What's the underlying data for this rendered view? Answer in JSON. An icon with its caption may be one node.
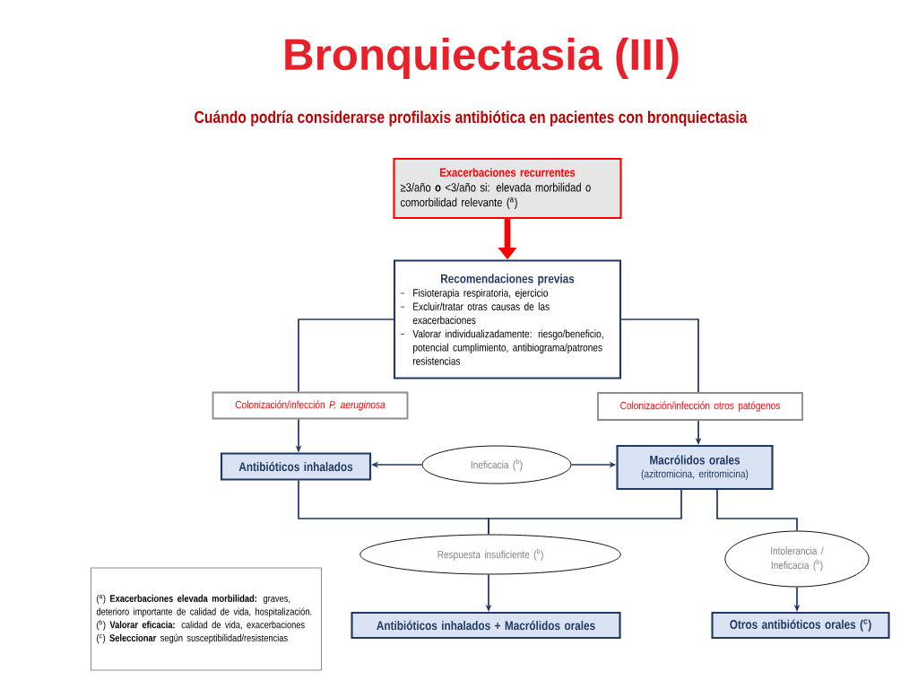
{
  "diagram": {
    "title": "Bronquiectasia (III)",
    "nodes": [
      {
        "text": [
          "Exacerbaciones recurrentes",
          "≥3/año **o** <3/año si: elevada morbilidad o comorbilidad relevante ($^{a}$)"
        ]
      },
      {
        "text": [
          "Recomendaciones previas",
          "Fisioterapia respiratoria, ejercicio",
          "Excluir/tratar otras causas de las exacerbaciones",
          "Valorar individualizadamente: riesgo/beneficio, potencial cumplimiento, antibiograma/patrones resistencias"
        ]
      },
      {
        "text": [
          "Colonización/infección *P. aeruginosa*"
        ]
      },
      {
        "text": [
          "Colonización/infección otros patógenos"
        ]
      },
      {
        "text": [
          "Antibióticos inhalados"
        ]
      },
      {
        "text": [
          "Ineficacia ($^{b}$)"
        ]
      },
      {
        "text": [
          "Macrólidos orales",
          "(azitromicina, eritromicina)"
        ]
      },
      {
        "text": [
          "Respuesta insuficiente ($^{b}$)"
        ]
      },
      {
        "text": [
          "Intolerancia / Ineficacia ($^{b}$)"
        ]
      },
      {
        "text": [
          "($^{a}$) **Exacerbaciones elevada morbilidad:** graves, deterioro importante de calidad de vida, hospitalización.",
          "($^{b}$) **Valorar eficacia:** calidad de vida, exacerbaciones",
          "($^{c}$) **Seleccionar** según susceptibilidad/resistencias"
        ]
      },
      {
        "text": [
          "Antibióticos inhalados + Macrólidos orales"
        ]
      },
      {
        "text": [
          "Otros antibióticos orales ($^{c}$)"
        ]
      }
    ],
    "edges": [
      {
        "from": 0,
        "to": 1,
        "arrow": "to",
        "style": "thick",
        "color": "#ff0000"
      },
      {
        "from": 1,
        "to": 2,
        "arrow": "none"
      },
      {
        "from": 2,
        "to": 4,
        "arrow": "to"
      },
      {
        "from": 1,
        "to": 3,
        "arrow": "none"
      },
      {
        "from": 3,
        "to": 6,
        "arrow": "to"
      },
      {
        "from": 5,
        "to": 4,
        "arrow": "to"
      },
      {
        "from": 5,
        "to": 6,
        "arrow": "to"
      },
      {
        "from": 4,
        "to": 7,
        "arrow": "none"
      },
      {
        "from": 6,
        "to": 7,
        "arrow": "none"
      },
      {
        "from": 6,
        "to": 8,
        "arrow": "none"
      },
      {
        "from": 7,
        "to": 10,
        "arrow": "to"
      },
      {
        "from": 8,
        "to": 11,
        "arrow": "to"
      }
    ],
    "labels": [
      "Cuándo podría considerarse profilaxis antibiótica en pacientes con bronquiectasia"
    ]
  }
}
